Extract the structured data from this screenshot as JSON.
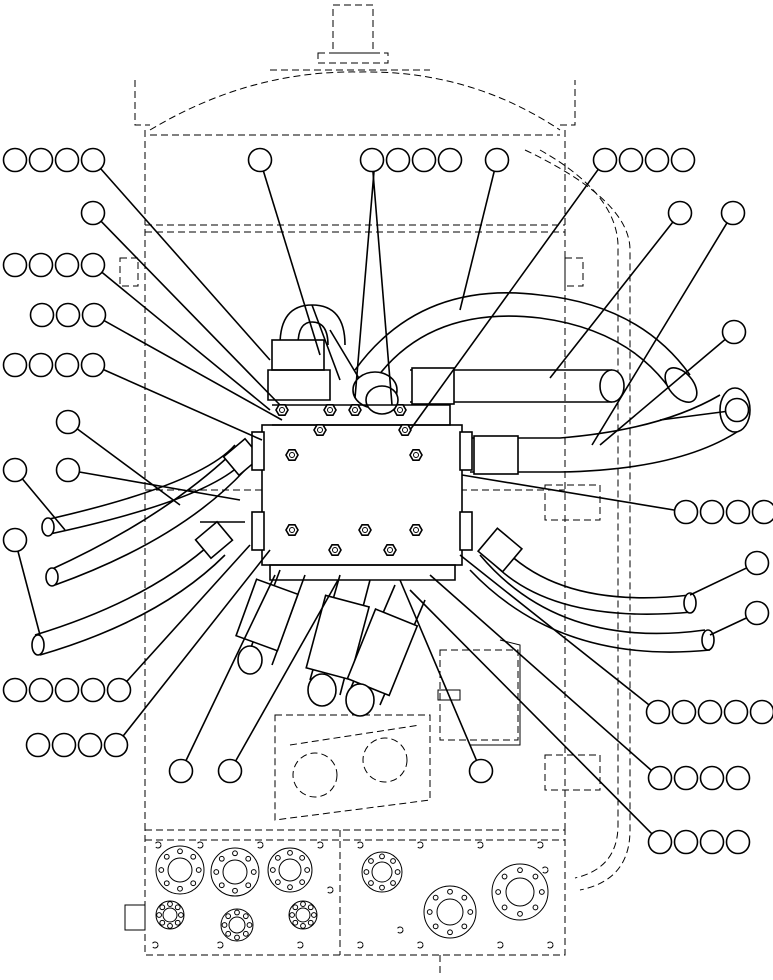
{
  "diagram": {
    "line_color": "#000000",
    "background": "#ffffff",
    "callouts": [
      {
        "id": "c1",
        "bubbles": 4
      },
      {
        "id": "c2",
        "bubbles": 1
      },
      {
        "id": "c3",
        "bubbles": 4
      },
      {
        "id": "c4",
        "bubbles": 1
      },
      {
        "id": "c5",
        "bubbles": 4
      },
      {
        "id": "c6",
        "bubbles": 1
      },
      {
        "id": "c7",
        "bubbles": 1
      },
      {
        "id": "c8",
        "bubbles": 4
      },
      {
        "id": "c9",
        "bubbles": 3
      },
      {
        "id": "c10",
        "bubbles": 4
      },
      {
        "id": "c11",
        "bubbles": 1
      },
      {
        "id": "c12",
        "bubbles": 1
      },
      {
        "id": "c13",
        "bubbles": 1
      },
      {
        "id": "c14",
        "bubbles": 1
      },
      {
        "id": "c15",
        "bubbles": 1
      },
      {
        "id": "c16",
        "bubbles": 1
      },
      {
        "id": "c17",
        "bubbles": 1
      },
      {
        "id": "c18",
        "bubbles": 4
      },
      {
        "id": "c19",
        "bubbles": 1
      },
      {
        "id": "c20",
        "bubbles": 1
      },
      {
        "id": "c21",
        "bubbles": 5
      },
      {
        "id": "c22",
        "bubbles": 5
      },
      {
        "id": "c23",
        "bubbles": 4
      },
      {
        "id": "c24",
        "bubbles": 1
      },
      {
        "id": "c25",
        "bubbles": 1
      },
      {
        "id": "c26",
        "bubbles": 1
      },
      {
        "id": "c27",
        "bubbles": 4
      },
      {
        "id": "c28",
        "bubbles": 4
      }
    ]
  }
}
